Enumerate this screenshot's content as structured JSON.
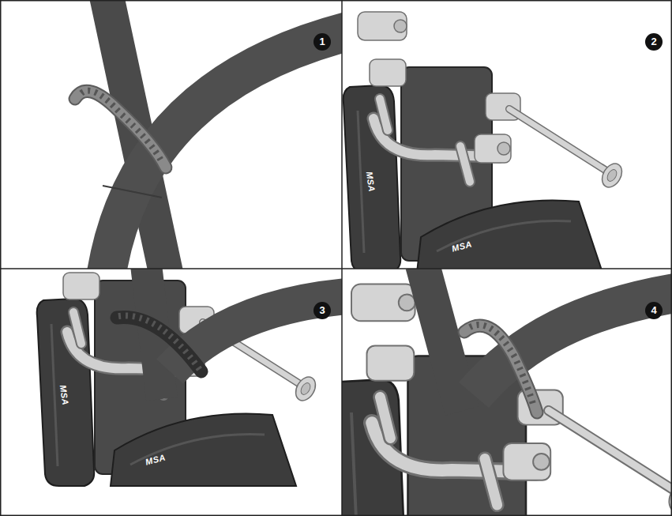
{
  "diagram": {
    "labels": [
      "1",
      "2",
      "MSA",
      "MSA",
      "3",
      "MSA",
      "MSA",
      "4"
    ]
  }
}
